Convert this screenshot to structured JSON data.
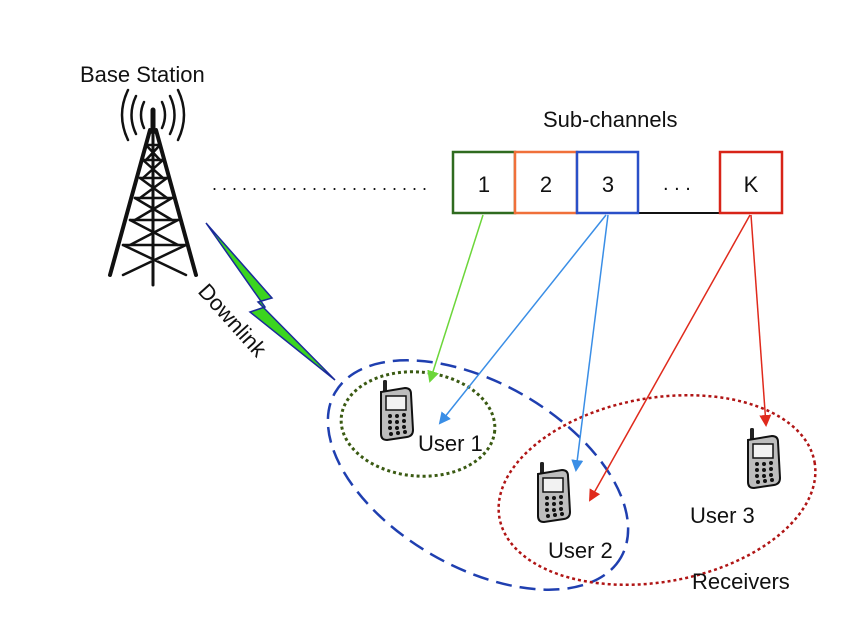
{
  "base_station": {
    "label": "Base Station",
    "icon": "antenna-tower-icon"
  },
  "downlink": {
    "label": "Downlink",
    "color": "#3bd41f"
  },
  "subchannels": {
    "title": "Sub-channels",
    "leading_dots": ". . . . . . . . . . . . . . . . . . . . . .",
    "gap_dots": ". . .",
    "cells": [
      {
        "label": "1",
        "color": "#2f6b1f"
      },
      {
        "label": "2",
        "color": "#f0703a"
      },
      {
        "label": "3",
        "color": "#2a50c8"
      },
      {
        "label": "K",
        "color": "#d82418"
      }
    ]
  },
  "users": [
    {
      "label": "User 1",
      "icon": "mobile-phone-icon"
    },
    {
      "label": "User 2",
      "icon": "mobile-phone-icon"
    },
    {
      "label": "User 3",
      "icon": "mobile-phone-icon"
    }
  ],
  "receivers": {
    "label": "Receivers",
    "color": "#b01515"
  },
  "colors": {
    "green_arrow": "#6cd63a",
    "blue_arrow": "#3a8ee6",
    "red_arrow": "#e02a1c",
    "blue_group": "#1f3fb0",
    "green_group": "#3a5a12",
    "red_group": "#b01515"
  }
}
